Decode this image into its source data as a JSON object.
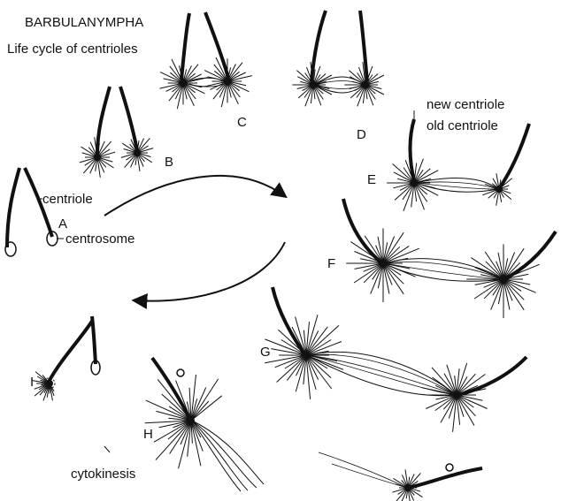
{
  "figure": {
    "title_line1": "BARBULANYMPHA",
    "title_line2": "Life cycle of centrioles",
    "stages": {
      "a": "A",
      "b": "B",
      "c": "C",
      "d": "D",
      "e": "E",
      "f": "F",
      "g": "G",
      "h": "H",
      "i": "I"
    },
    "labels": {
      "centriole": "centriole",
      "centrosome": "centrosome",
      "new_centriole": "new centriole",
      "old_centriole": "old centriole",
      "cytokinesis": "cytokinesis"
    },
    "ink_color": "#111111",
    "background_color": "#ffffff"
  }
}
